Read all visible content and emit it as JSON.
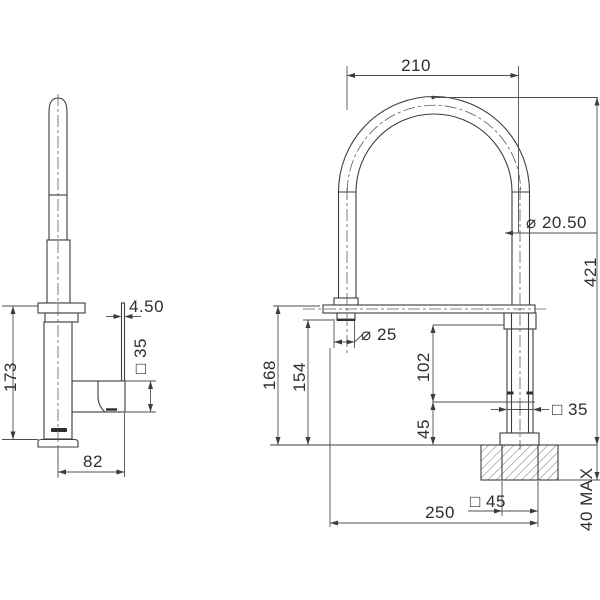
{
  "drawing": {
    "kind": "technical dimensional drawing - sink mixer tap with flexible hose spout",
    "background_color": "#ffffff",
    "line_color": "#3d3d3d",
    "dims": {
      "side": {
        "lever_thickness": "4.50",
        "handle_square": "□ 35",
        "body_height": "173",
        "handle_reach": "82"
      },
      "front": {
        "spout_width": "210",
        "overall_height": "421",
        "hose_diameter": "⌀ 20.50",
        "outlet_diameter": "⌀ 25",
        "height_to_holder": "168",
        "height_to_outlet": "154",
        "body_upper_height": "102",
        "body_lower_height": "45",
        "body_square": "□ 35",
        "base_square": "□ 45",
        "reach": "250",
        "bench_thickness": "40 MAX"
      }
    }
  }
}
